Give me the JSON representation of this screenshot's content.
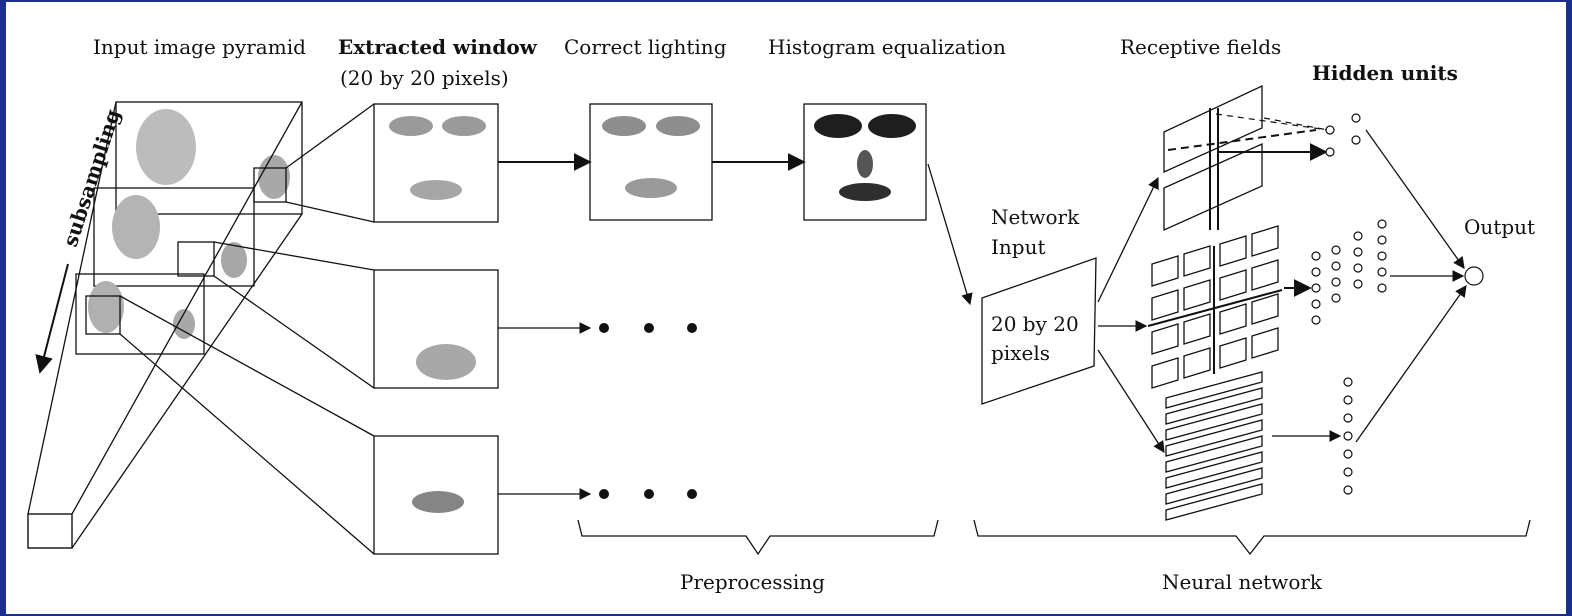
{
  "labels": {
    "input_pyramid": "Input image pyramid",
    "extracted_window_1": "Extracted window",
    "extracted_window_2": "(20 by 20 pixels)",
    "correct_lighting": "Correct lighting",
    "histogram_equalization": "Histogram equalization",
    "receptive_fields": "Receptive fields",
    "hidden_units": "Hidden units",
    "output": "Output",
    "network_input_1": "Network",
    "network_input_2": "Input",
    "pixels_1": "20 by 20",
    "pixels_2": "pixels",
    "subsampling": "subsampling",
    "preprocessing": "Preprocessing",
    "neural_network": "Neural network"
  },
  "colors": {
    "border": "#1c2f8c",
    "background": "#ffffff",
    "ink": "#111111"
  }
}
